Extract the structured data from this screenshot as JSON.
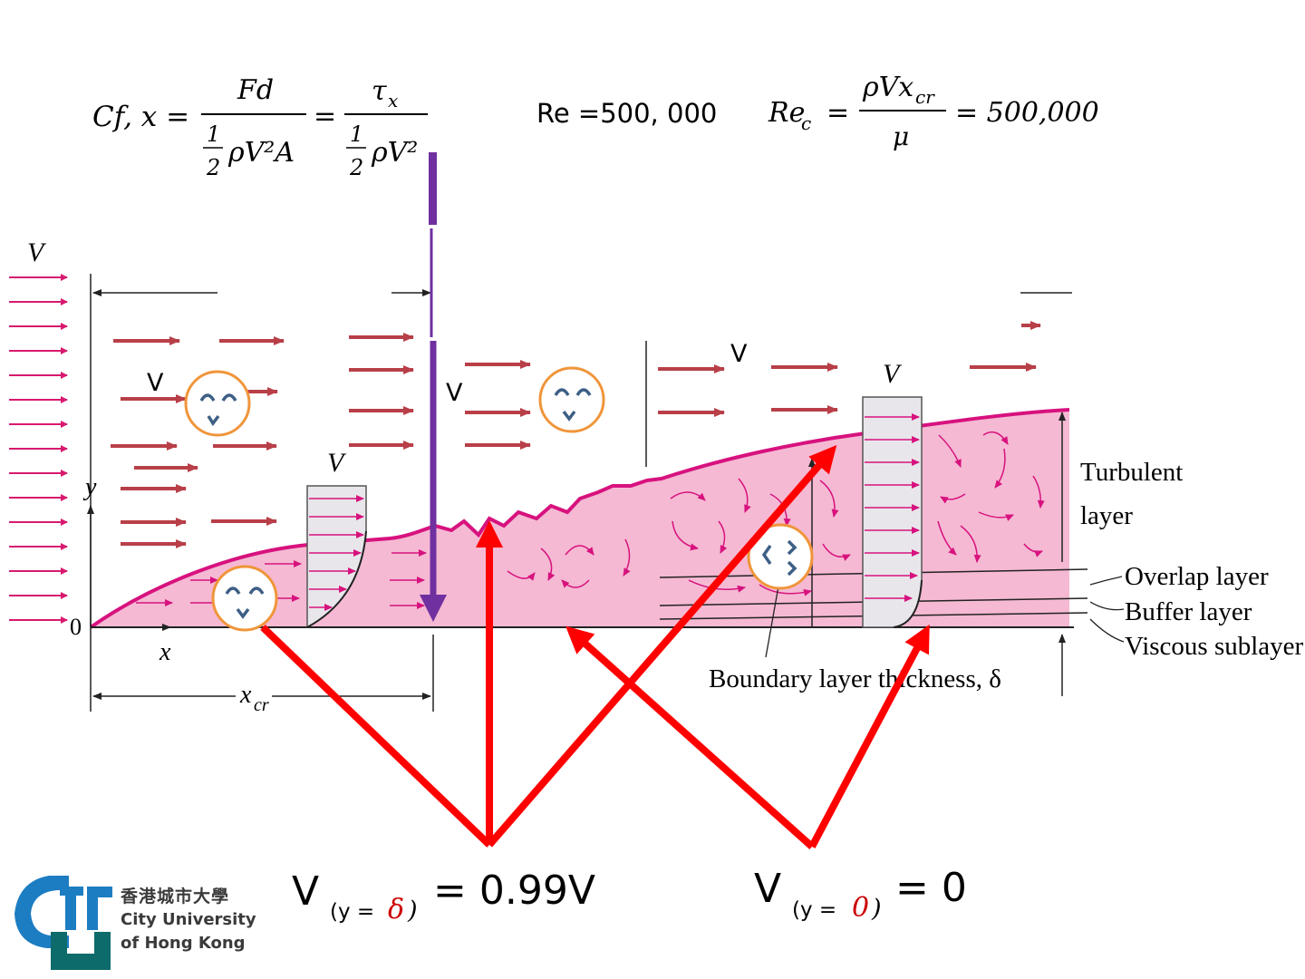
{
  "equations": {
    "cf_lhs": "Cf, x =",
    "cf_num1": "Fd",
    "cf_den1_half": "1",
    "cf_den1_two": "2",
    "cf_den1_rest": "ρV²A",
    "cf_eq2": "=",
    "cf_num2": "τ",
    "cf_num2_sub": "x",
    "cf_den2_half": "1",
    "cf_den2_two": "2",
    "cf_den2_rest": "ρV²",
    "re_text": "Re =500, 000",
    "rec_lhs": "Re",
    "rec_sub": "c",
    "rec_eq": "=",
    "rec_num": "ρVx",
    "rec_num_sub": "cr",
    "rec_den": "μ",
    "rec_rhs": "= 500,000"
  },
  "diagram": {
    "v_freestream": "V",
    "y_axis": "y",
    "origin": "0",
    "x_axis": "x",
    "x_cr": "x",
    "x_cr_sub": "cr",
    "profile_laminar_v": "V",
    "profile_turbulent_v": "V",
    "v_labels": [
      "V",
      "V",
      "V"
    ],
    "layers": {
      "turbulent_1": "Turbulent",
      "turbulent_2": "layer",
      "overlap": "Overlap layer",
      "buffer": "Buffer layer",
      "viscous": "Viscous sublayer"
    },
    "bl_thickness": "Boundary layer thickness, δ"
  },
  "callouts": {
    "edge_v": "V",
    "edge_cond": "(y = ",
    "edge_sym": "δ",
    "edge_close": ")",
    "edge_value": "= 0.99V",
    "wall_v": "V",
    "wall_cond": "(y = ",
    "wall_sym": "0",
    "wall_close": ")",
    "wall_value": "= 0"
  },
  "logo": {
    "chinese": "香港城市大學",
    "english_1": "City University",
    "english_2": "of Hong Kong"
  },
  "colors": {
    "boundary_layer_fill": "#f5b9d3",
    "boundary_edge": "#d7127e",
    "flow_arrow": "#b83f48",
    "inlet_arrow": "#d8196f",
    "callout_red": "#ff0000",
    "transition_line": "#7030a0",
    "face_ring": "#f0953a",
    "face_features": "#3d5f86",
    "logo_blue": "#1d7dc2",
    "logo_teal": "#0d6b6b"
  }
}
